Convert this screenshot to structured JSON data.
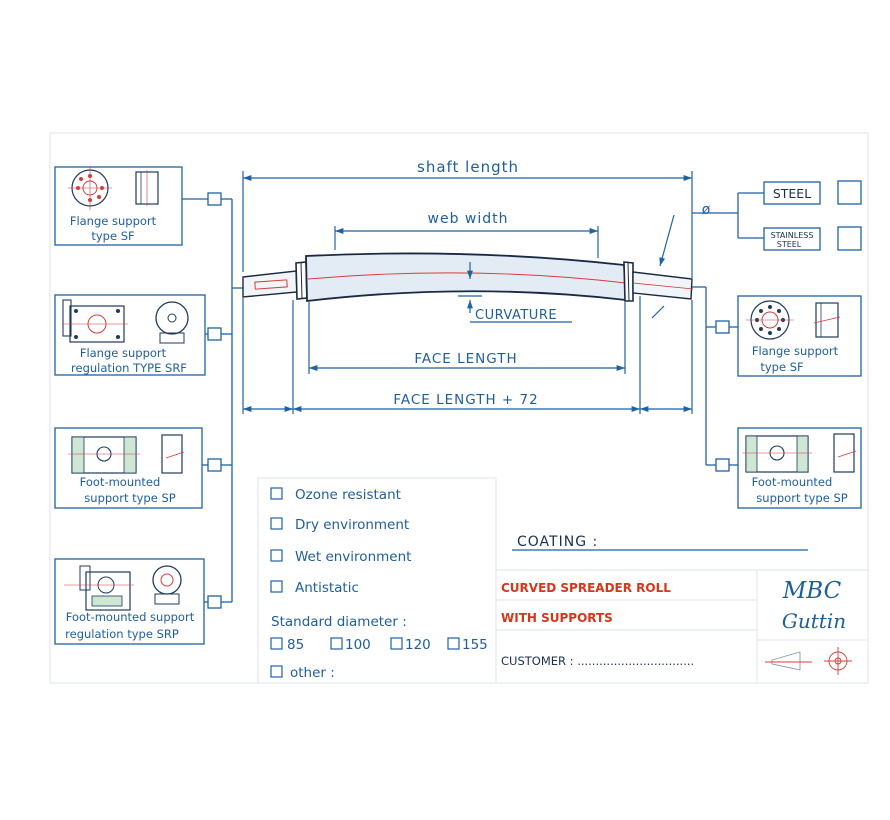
{
  "colors": {
    "line": "#1f62a3",
    "text": "#1f5e9e",
    "title_red": "#d6361c",
    "roll_body": "#e3ecf4",
    "curve_red": "#d53c3c",
    "border": "#dce6f0"
  },
  "dimensions": {
    "shaft_length": "shaft length",
    "web_width": "web width",
    "curvature": "CURVATURE",
    "face_length": "FACE LENGTH",
    "face_length_72": "FACE LENGTH + 72",
    "diameter_symbol": "ø"
  },
  "materials": {
    "steel": "STEEL",
    "stainless_line1": "STAINLESS",
    "stainless_line2": "STEEL"
  },
  "left_supports": [
    {
      "line1": "Flange support",
      "line2": "type SF",
      "icon": "flange-support-icon"
    },
    {
      "line1": "Flange support",
      "line2": "regulation TYPE SRF",
      "icon": "flange-support-regulation-icon"
    },
    {
      "line1": "Foot-mounted",
      "line2": "support      type  SP",
      "icon": "foot-mounted-support-icon"
    },
    {
      "line1": "Foot-mounted support",
      "line2": "regulation type SRP",
      "icon": "foot-mounted-regulation-icon"
    }
  ],
  "right_supports": [
    {
      "line1": "Flange support",
      "line2": "type SF",
      "icon": "flange-support-icon"
    },
    {
      "line1": "Foot-mounted",
      "line2": "support type  SP",
      "icon": "foot-mounted-support-icon"
    }
  ],
  "options": [
    {
      "label": "Ozone resistant"
    },
    {
      "label": "Dry  environment"
    },
    {
      "label": "Wet  environment"
    },
    {
      "label": "Antistatic"
    }
  ],
  "standard_diameter": {
    "label": "Standard diameter :",
    "values": [
      "85",
      "100",
      "120",
      "155"
    ],
    "other": "other :"
  },
  "title_block": {
    "coating": "COATING :",
    "title_line1": "CURVED SPREADER ROLL",
    "title_line2": "WITH SUPPORTS",
    "customer": "CUSTOMER : ................................",
    "logo_line1": "MBC",
    "logo_line2": "Guttin"
  }
}
